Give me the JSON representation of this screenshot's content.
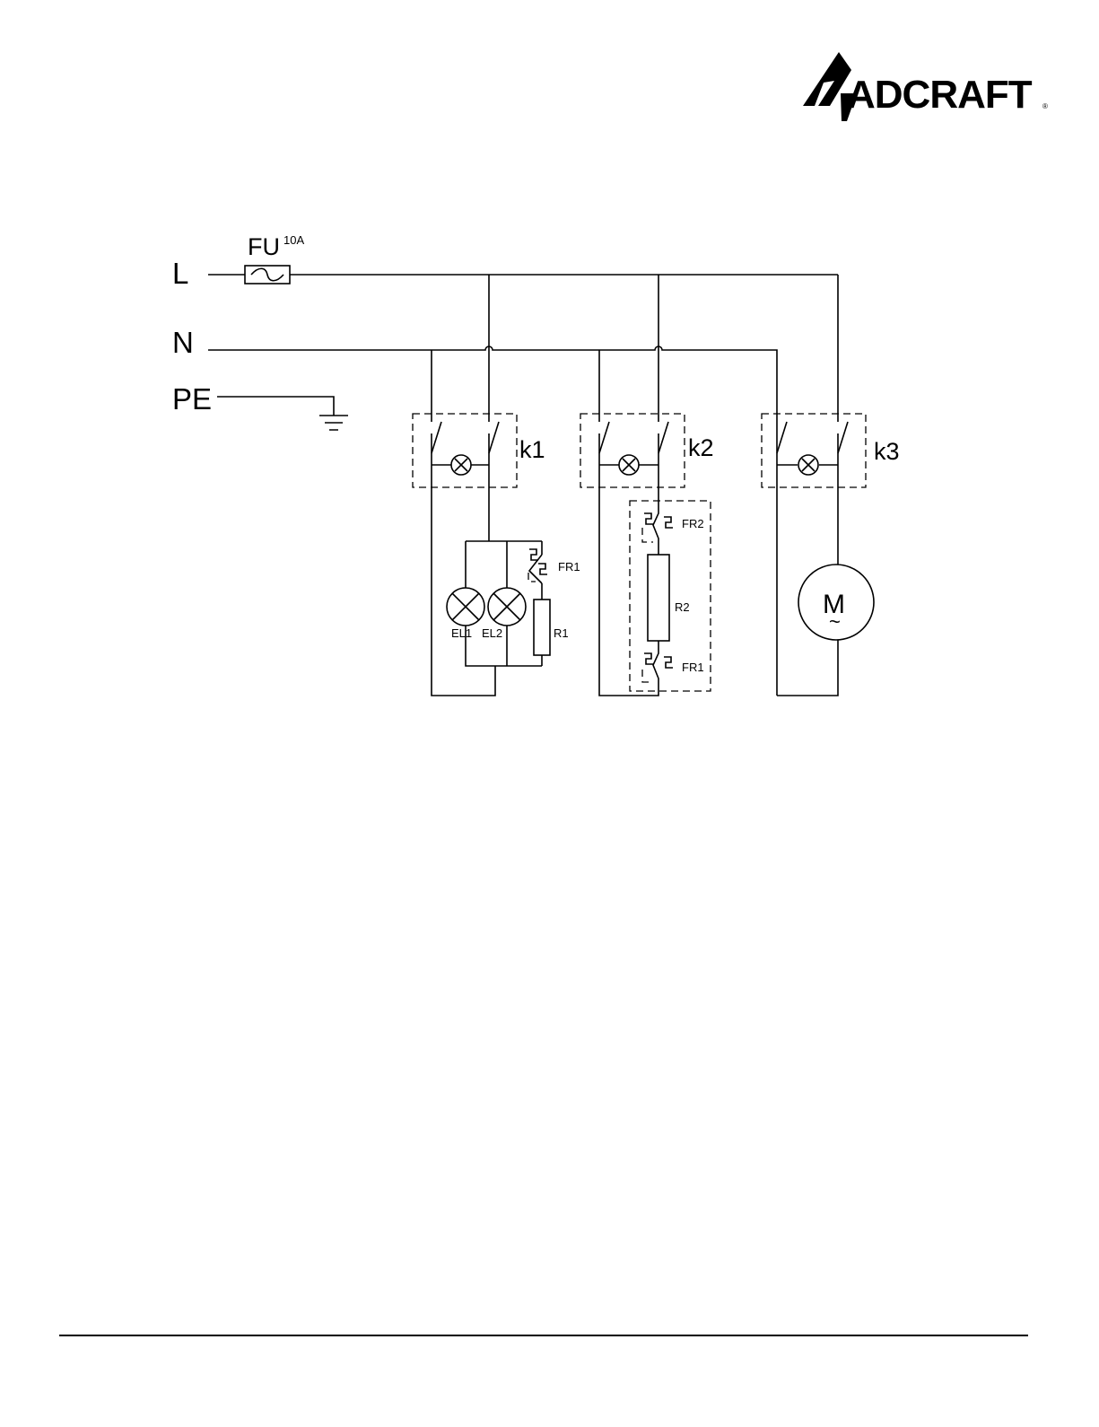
{
  "brand": {
    "logo_text": "ADCRAFT",
    "registered_mark": "®"
  },
  "diagram": {
    "lines": {
      "live": "L",
      "neutral": "N",
      "earth": "PE"
    },
    "fuse": {
      "label": "FU",
      "rating": "10A"
    },
    "switches": [
      "k1",
      "k2",
      "k3"
    ],
    "lamps": [
      "EL1",
      "EL2"
    ],
    "resistors": [
      "R1",
      "R2"
    ],
    "protectors": {
      "fr1_a": "FR1",
      "fr2": "FR2",
      "fr1_b": "FR1"
    },
    "motor": {
      "label": "M",
      "symbol": "~"
    }
  }
}
